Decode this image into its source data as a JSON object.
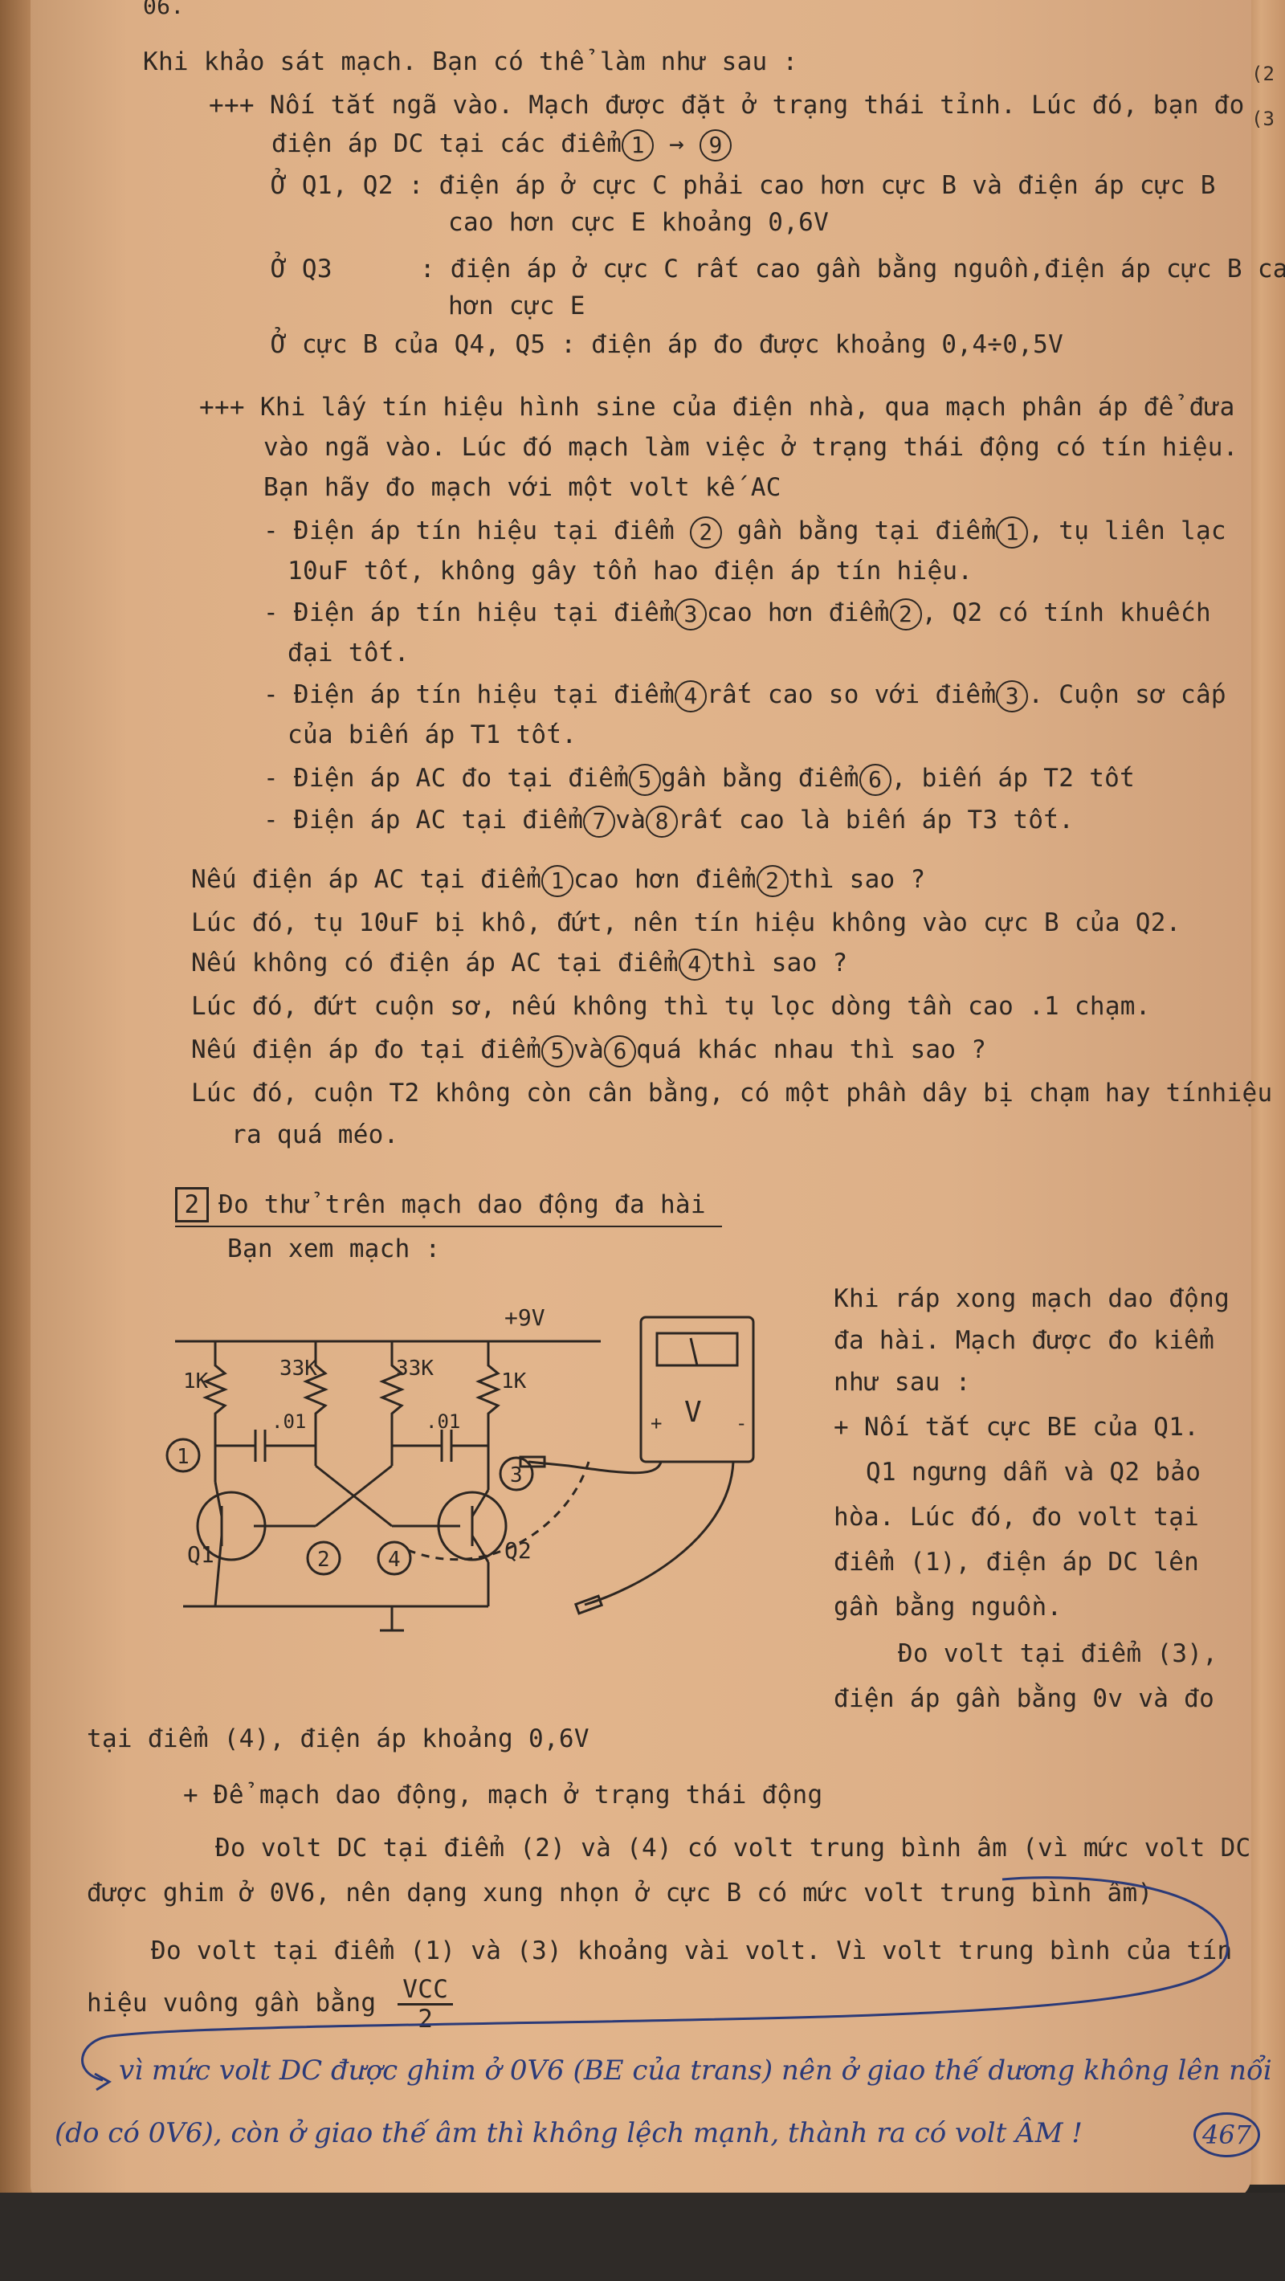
{
  "header": {
    "page_label": "06."
  },
  "intro": "Khi khảo sát mạch. Bạn có thể làm như sau :",
  "static_test": {
    "marker": "+++",
    "line1": "Nối tắt ngã vào. Mạch được đặt ở trạng thái tỉnh. Lúc đó, bạn đo",
    "line2a": "điện áp DC tại các điểm",
    "line2_from": "1",
    "line2_arrow": "→",
    "line2_to": "9",
    "q12_label": "Ở Q1, Q2 :",
    "q12_a": "điện áp ở cực C phải cao hơn cực B và điện áp cực B",
    "q12_b": "cao hơn cực E khoảng 0,6V",
    "q3_label": "Ở Q3",
    "q3_a": ": điện áp ở cực C rất cao gần bằng nguồn,điện áp cực B cao",
    "q3_b": "hơn cực E",
    "q45": "Ở cực B của Q4, Q5 : điện áp đo được khoảng 0,4÷0,5V"
  },
  "dynamic_test": {
    "marker": "+++",
    "line1": "Khi lấy tín hiệu hình sine của điện nhà, qua mạch phân áp để đưa",
    "line2": "vào ngã vào. Lúc đó mạch làm việc ở trạng thái động có tín hiệu.",
    "line3": "Bạn hãy đo mạch với một volt kế AC",
    "b1a": "- Điện áp tín hiệu tại điểm",
    "b1_p1": "2",
    "b1b": "gần bằng tại điểm",
    "b1_p2": "1",
    "b1c": ", tụ liên lạc",
    "b1d": "10uF tốt, không gây tổn hao điện áp tín hiệu.",
    "b2a": "- Điện áp tín hiệu tại điểm",
    "b2_p1": "3",
    "b2b": "cao hơn điểm",
    "b2_p2": "2",
    "b2c": ", Q2 có tính khuếch",
    "b2d": "đại tốt.",
    "b3a": "- Điện áp tín hiệu tại điểm",
    "b3_p1": "4",
    "b3b": "rất cao so với điểm",
    "b3_p2": "3",
    "b3c": ". Cuộn sơ cấp",
    "b3d": "của biến áp T1 tốt.",
    "b4a": "- Điện áp AC đo tại điểm",
    "b4_p1": "5",
    "b4b": "gần bằng điểm",
    "b4_p2": "6",
    "b4c": ", biến áp T2 tốt",
    "b5a": "- Điện áp AC tại điểm",
    "b5_p1": "7",
    "b5b": "và",
    "b5_p2": "8",
    "b5c": "rất cao là biến áp T3 tốt."
  },
  "qa": {
    "q1a": "Nếu điện áp AC tại điểm",
    "q1_p1": "1",
    "q1b": "cao hơn điểm",
    "q1_p2": "2",
    "q1c": "thì sao ?",
    "a1": "Lúc đó, tụ 10uF bị khô, đứt, nên tín hiệu không vào cực B của Q2.",
    "q2a": "Nếu không có điện áp AC tại điểm",
    "q2_p1": "4",
    "q2b": "thì sao ?",
    "a2": "Lúc đó, đứt cuộn sơ, nếu không thì tụ lọc dòng tần cao .1 chạm.",
    "q3a": "Nếu điện áp đo tại điểm",
    "q3_p1": "5",
    "q3b": "và",
    "q3_p2": "6",
    "q3c": "quá khác nhau thì sao ?",
    "a3a": "Lúc đó, cuộn T2 không còn cân bằng, có một phần dây bị chạm hay tínhiệu",
    "a3b": "ra quá méo."
  },
  "section2": {
    "number": "2",
    "title": "Đo thử trên mạch dao động đa hài",
    "subtitle": "Bạn xem mạch :"
  },
  "circuit": {
    "supply": "+9V",
    "r1": "1K",
    "r2": "33K",
    "r3": "33K",
    "r4": "1K",
    "c1": ".01",
    "c2": ".01",
    "n1": "1",
    "n2": "2",
    "n3": "3",
    "n4": "4",
    "q1": "Q1",
    "q2": "Q2",
    "meter_v": "V",
    "meter_plus": "+",
    "meter_minus": "-"
  },
  "side_text": [
    "Khi ráp xong mạch dao động",
    "đa hài. Mạch được đo kiểm",
    "như sau :",
    "+ Nối tắt cực BE của Q1.",
    "Q1 ngưng dẫn và Q2 bảo",
    "hòa. Lúc đó, đo volt tại",
    "điểm (1), điện áp DC lên",
    "gần bằng nguồn.",
    "Đo volt tại điểm (3),",
    "điện áp gần bằng 0v và đo"
  ],
  "bottom_text": {
    "l1": "tại điểm (4), điện áp khoảng 0,6V",
    "l2": "+ Để mạch dao động, mạch ở trạng thái động",
    "l3": "Đo volt DC tại điểm (2) và (4) có volt trung bình âm (vì mức volt DC",
    "l4": "được ghim ở 0V6, nên dạng xung nhọn ở cực B có mức volt trung bình âm)",
    "l5": "Đo volt tại điểm (1) và (3) khoảng vài volt. Vì volt trung bình của tín",
    "l6": "hiệu vuông gần bằng",
    "frac_num": "VCC",
    "frac_den": "2"
  },
  "handwriting": {
    "h1": "vì mức volt DC được ghim ở 0V6 (BE của trans) nên ở giao thế dương không lên nổi",
    "h2": "(do có 0V6), còn ở giao thế âm thì không lệch mạnh, thành ra có volt ÂM !",
    "page_number": "467"
  },
  "margin_marks": [
    "(2",
    "(3"
  ]
}
